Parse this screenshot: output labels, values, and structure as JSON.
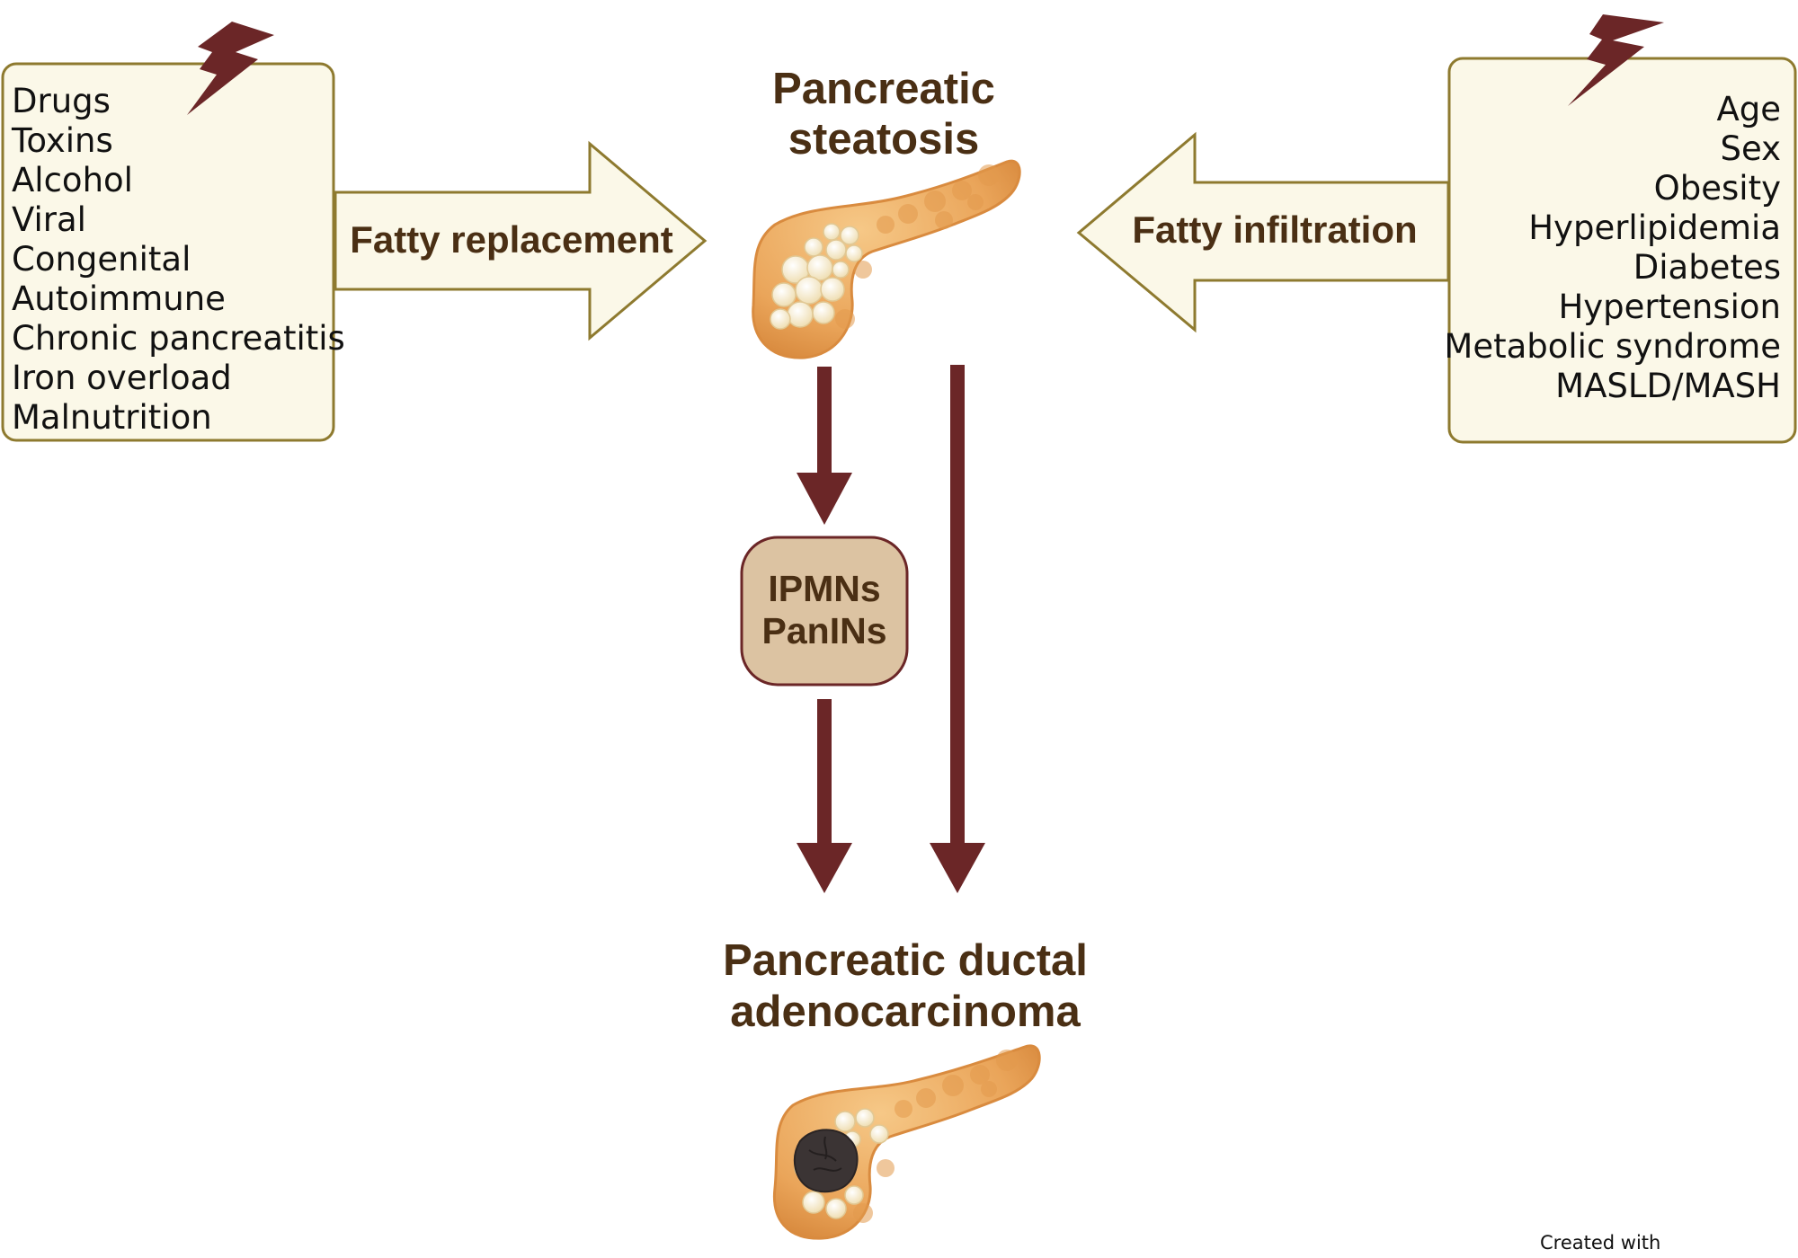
{
  "left_factors": {
    "items": [
      "Drugs",
      "Toxins",
      "Alcohol",
      "Viral",
      "Congenital",
      "Autoimmune",
      "Chronic pancreatitis",
      "Iron overload",
      "Malnutrition"
    ]
  },
  "right_factors": {
    "items": [
      "Age",
      "Sex",
      "Obesity",
      "Hyperlipidemia",
      "Diabetes",
      "Hypertension",
      "Metabolic syndrome",
      "MASLD/MASH"
    ]
  },
  "arrows": {
    "left_label": "Fatty replacement",
    "right_label": "Fatty infiltration"
  },
  "steatosis": {
    "title_line1": "Pancreatic",
    "title_line2": "steatosis"
  },
  "lesions": {
    "line1": "IPMNs",
    "line2": "PanINs"
  },
  "pdac": {
    "title_line1": "Pancreatic ductal",
    "title_line2": "adenocarcinoma"
  },
  "credit": {
    "text": "Created with"
  },
  "icons": {
    "left_trigger": "lightning-bolt-icon",
    "right_trigger": "lightning-bolt-icon",
    "steatosis_organ": "fatty-pancreas-icon",
    "pdac_organ": "pancreas-with-tumor-icon"
  },
  "colors": {
    "box_fill": "#fbf8e8",
    "box_border": "#8e7a2f",
    "arrow_dark": "#6b2627",
    "title_text": "#4a2f14",
    "lesion_fill": "#dcc3a2",
    "pancreas": "#eaa55a",
    "fat": "#f7ecd0",
    "tumor": "#3b3434"
  }
}
